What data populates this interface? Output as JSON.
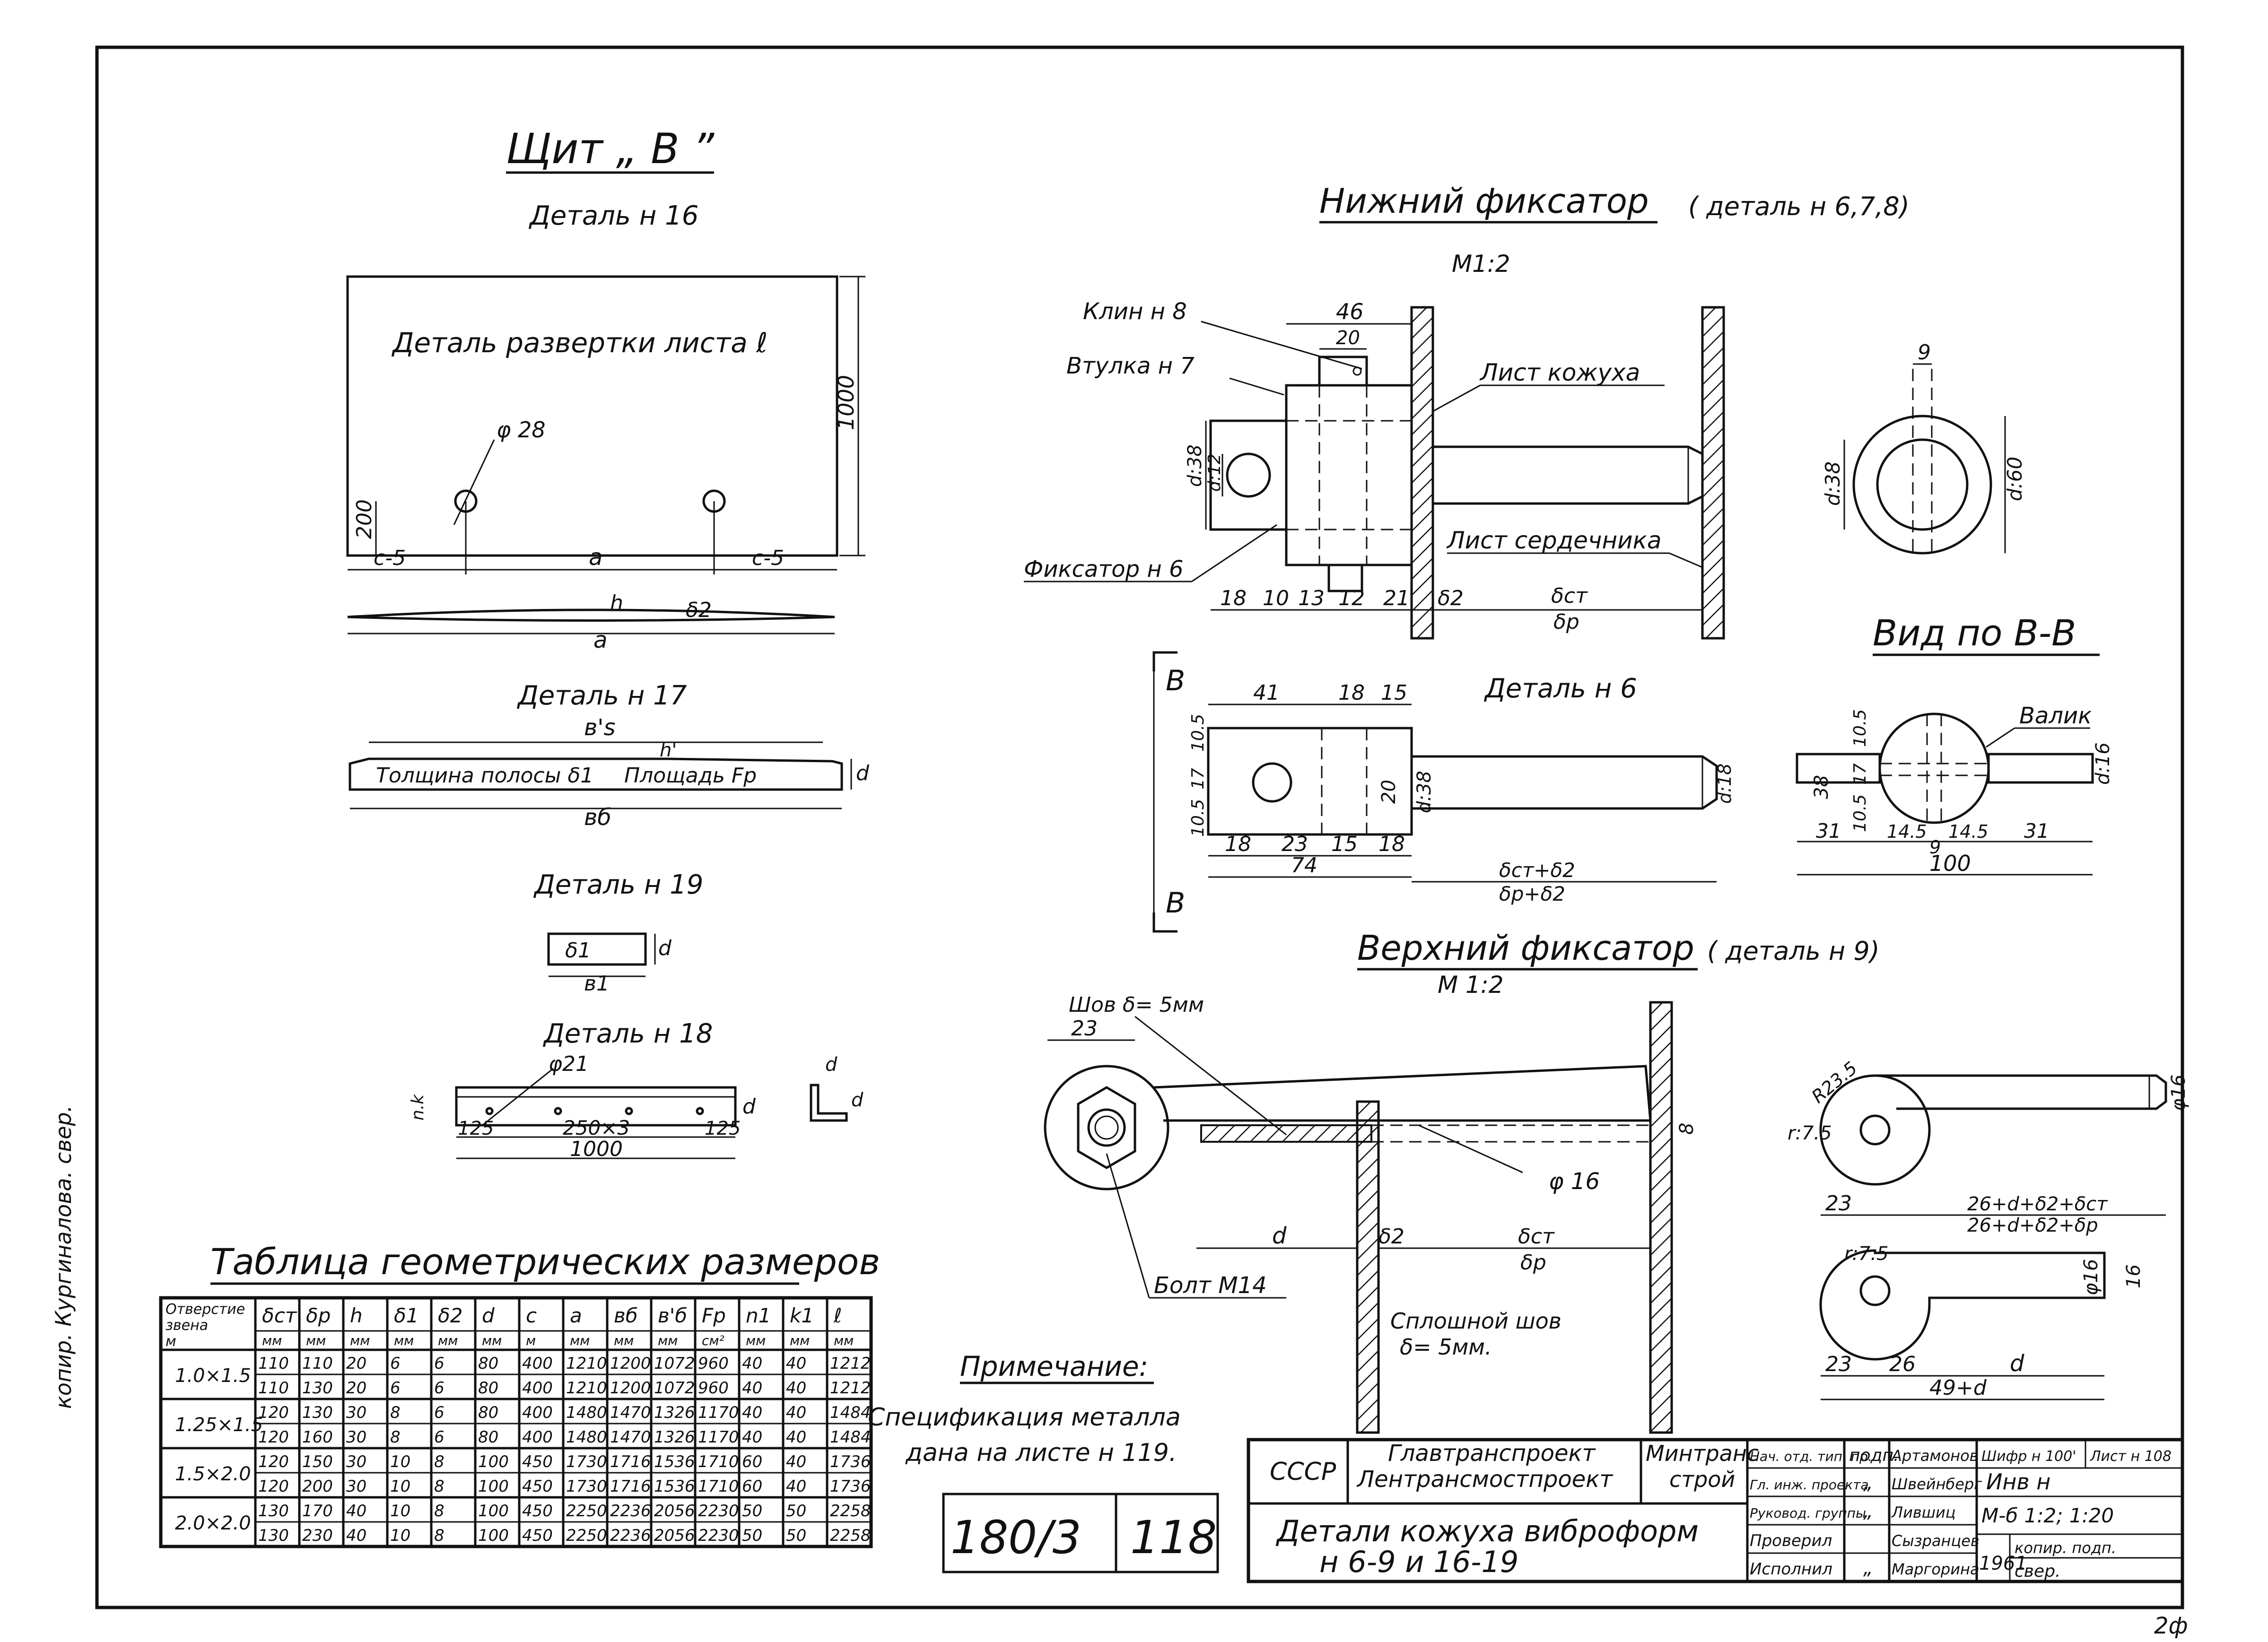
{
  "shield": {
    "title": "Щит „ В ”",
    "d16": {
      "title": "Деталь н 16",
      "label": "Деталь развертки листа ℓ",
      "hole": "φ 28",
      "dim_1000": "1000",
      "dim_200": "200",
      "dim_c5_left": "c-5",
      "dim_c5_right": "c-5",
      "dim_a": "a",
      "dim_h": "h",
      "dim_d2": "δ2",
      "dim_a2": "a"
    },
    "d17": {
      "title": "Деталь н 17",
      "top": "в's",
      "h": "h'",
      "thickness": "Толщина полосы δ1",
      "area": "Площадь Fp",
      "d": "d",
      "bottom": "вб"
    },
    "d19": {
      "title": "Деталь н 19",
      "inner": "δ1",
      "d": "d",
      "b": "в1"
    },
    "d18": {
      "title": "Деталь н 18",
      "hole": "φ21",
      "nk": "n.k",
      "d": "d",
      "e125a": "125",
      "pitch": "250×3",
      "e125b": "125",
      "len": "1000",
      "angle_d1": "d",
      "angle_d2": "d"
    }
  },
  "table": {
    "title": "Таблица геометрических размеров",
    "col1": [
      "Отверстие",
      "звена",
      "м"
    ],
    "headers": [
      "δст",
      "δp",
      "h",
      "δ1",
      "δ2",
      "d",
      "c",
      "a",
      "вб",
      "в'б",
      "Fp",
      "n1",
      "k1",
      "ℓ"
    ],
    "units": [
      "мм",
      "мм",
      "мм",
      "мм",
      "мм",
      "мм",
      "м",
      "мм",
      "мм",
      "мм",
      "см²",
      "мм",
      "мм",
      "мм"
    ],
    "groups": [
      "1.0×1.5",
      "1.25×1.5",
      "1.5×2.0",
      "2.0×2.0"
    ],
    "rows": [
      [
        "110",
        "110",
        "20",
        "6",
        "6",
        "80",
        "400",
        "1210",
        "1200",
        "1072",
        "960",
        "40",
        "40",
        "1212"
      ],
      [
        "110",
        "130",
        "20",
        "6",
        "6",
        "80",
        "400",
        "1210",
        "1200",
        "1072",
        "960",
        "40",
        "40",
        "1212"
      ],
      [
        "120",
        "130",
        "30",
        "8",
        "6",
        "80",
        "400",
        "1480",
        "1470",
        "1326",
        "1170",
        "40",
        "40",
        "1484"
      ],
      [
        "120",
        "160",
        "30",
        "8",
        "6",
        "80",
        "400",
        "1480",
        "1470",
        "1326",
        "1170",
        "40",
        "40",
        "1484"
      ],
      [
        "120",
        "150",
        "30",
        "10",
        "8",
        "100",
        "450",
        "1730",
        "1716",
        "1536",
        "1710",
        "60",
        "40",
        "1736"
      ],
      [
        "120",
        "200",
        "30",
        "10",
        "8",
        "100",
        "450",
        "1730",
        "1716",
        "1536",
        "1710",
        "60",
        "40",
        "1736"
      ],
      [
        "130",
        "170",
        "40",
        "10",
        "8",
        "100",
        "450",
        "2250",
        "2236",
        "2056",
        "2230",
        "50",
        "50",
        "2258"
      ],
      [
        "130",
        "230",
        "40",
        "10",
        "8",
        "100",
        "450",
        "2250",
        "2236",
        "2056",
        "2230",
        "50",
        "50",
        "2258"
      ]
    ]
  },
  "lower": {
    "title": "Нижний фиксатор",
    "title_ref": "( деталь н 6,7,8)",
    "scale": "М1:2",
    "klin": "Клин н 8",
    "vtulka": "Втулка н 7",
    "fiksator": "Фиксатор н 6",
    "list_kozhukha": "Лист кожуха",
    "list_serd": "Лист сердечника",
    "d46": "46",
    "d20": "20",
    "d_38": "d:38",
    "d_12": "d:12",
    "dims": [
      "18",
      "10",
      "13",
      "12",
      "21"
    ],
    "d2": "δ2",
    "dst": "δcт",
    "dp": "δp",
    "ring_9": "9",
    "ring_d38": "d:38",
    "ring_d60": "d:60"
  },
  "view": {
    "title": "Вид по В-В",
    "valik": "Валик",
    "d16": "d:16",
    "d38": "38",
    "d105a": "10.5",
    "d17": "17",
    "d105b": "10.5",
    "d31a": "31",
    "d145a": "14.5",
    "d145b": "14.5",
    "d31b": "31",
    "d9": "9",
    "d100": "100"
  },
  "det6": {
    "title": "Деталь н 6",
    "mark_top": "В",
    "mark_bot": "В",
    "top_41": "41",
    "top_18": "18",
    "top_15": "15",
    "left": [
      "10.5",
      "17",
      "10.5"
    ],
    "d20": "20",
    "d38": "d:38",
    "d18": "d:18",
    "bot": [
      "18",
      "23",
      "15",
      "18"
    ],
    "d74": "74",
    "sum1": "δст+δ2",
    "sum2": "δр+δ2"
  },
  "upper": {
    "title": "Верхний фиксатор",
    "title_ref": "( деталь н 9)",
    "scale": "М 1:2",
    "shov": "Шов δ= 5мм",
    "d23": "23",
    "d8": "8",
    "phi16": "φ 16",
    "d": "d",
    "d2": "δ2",
    "dst": "δcт",
    "dp": "δp",
    "bolt": "Болт М14",
    "splosh": "Сплошной шов",
    "splosh2": "δ= 5мм.",
    "r23": "R23.5",
    "r75a": "r:7.5",
    "phi16b": "φ16",
    "d23b": "23",
    "sum_a": "26+d+δ2+δст",
    "sum_b": "26+d+δ2+δp",
    "r75b": "r:7.5",
    "phi16c": "φ16",
    "d16": "16",
    "d23c": "23",
    "d26": "26",
    "dd": "d",
    "sum49": "49+d"
  },
  "note": {
    "title": "Примечание:",
    "line1": "Спецификация металла",
    "line2": "дана на листе н 119."
  },
  "stamp": {
    "num1": "180/3",
    "num2": "118",
    "ussr": "СССР",
    "org1": "Главтранспроект",
    "org2": "Лентрансмостпроект",
    "min1": "Минтранс",
    "min2": "строй",
    "title1": "Детали кожуха виброформ",
    "title2": "н 6-9 и 16-19",
    "roles": [
      "Нач. отд. тип. пр.",
      "Гл. инж. проекта",
      "Руковод. группы",
      "Проверил",
      "Исполнил"
    ],
    "podp": "подп.",
    "names": [
      "Артамонов",
      "Швейнберг",
      "Лившиц",
      "Сызранцев",
      "Маргорина"
    ],
    "quote1": "„",
    "quote2": "„",
    "quote3": "„",
    "shifr": "Шифр н 100'",
    "list": "Лист н 108",
    "inv": "Инв н",
    "scale": "М-б 1:2; 1:20",
    "year": "1961",
    "kopir": "копир. подп.",
    "sver": "свер."
  },
  "side": "копир. Кургиналова. свер. ",
  "corner": "2ф"
}
